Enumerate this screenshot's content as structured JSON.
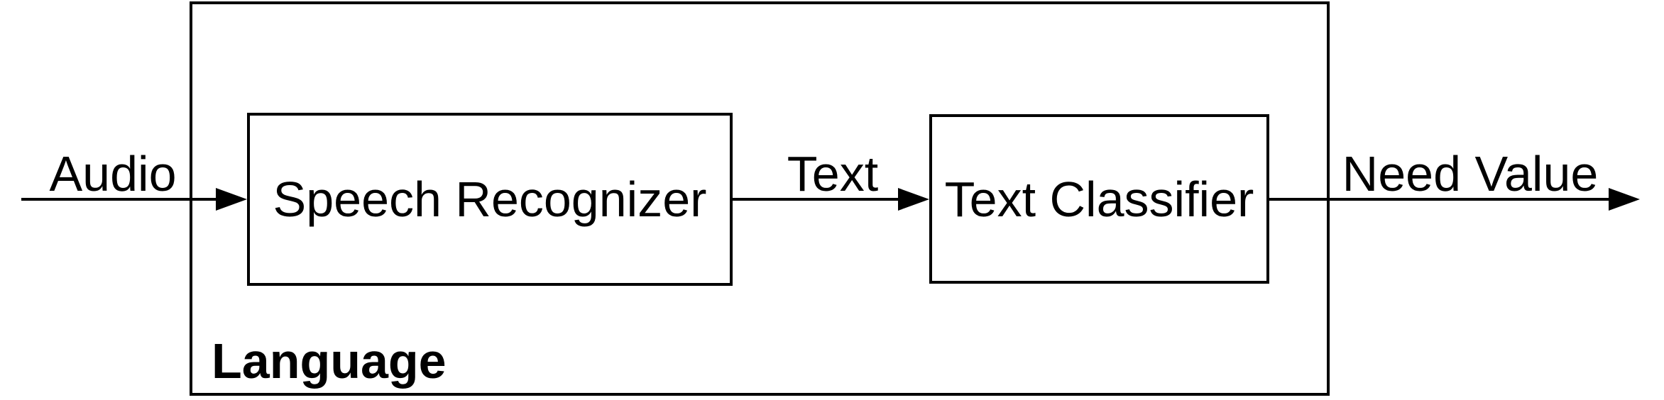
{
  "diagram": {
    "type": "flow-diagram",
    "container": {
      "label": "Language"
    },
    "nodes": [
      {
        "id": "speech-recognizer",
        "label": "Speech Recognizer",
        "shape": "rectangle"
      },
      {
        "id": "text-classifier",
        "label": "Text Classifier",
        "shape": "rectangle"
      }
    ],
    "edges": [
      {
        "id": "audio-edge",
        "label": "Audio",
        "from": "external-input",
        "to": "speech-recognizer"
      },
      {
        "id": "text-edge",
        "label": "Text",
        "from": "speech-recognizer",
        "to": "text-classifier"
      },
      {
        "id": "need-value-edge",
        "label": "Need Value",
        "from": "text-classifier",
        "to": "external-output"
      }
    ],
    "colors": {
      "stroke": "#000000",
      "text": "#000000",
      "background": "#ffffff"
    }
  }
}
